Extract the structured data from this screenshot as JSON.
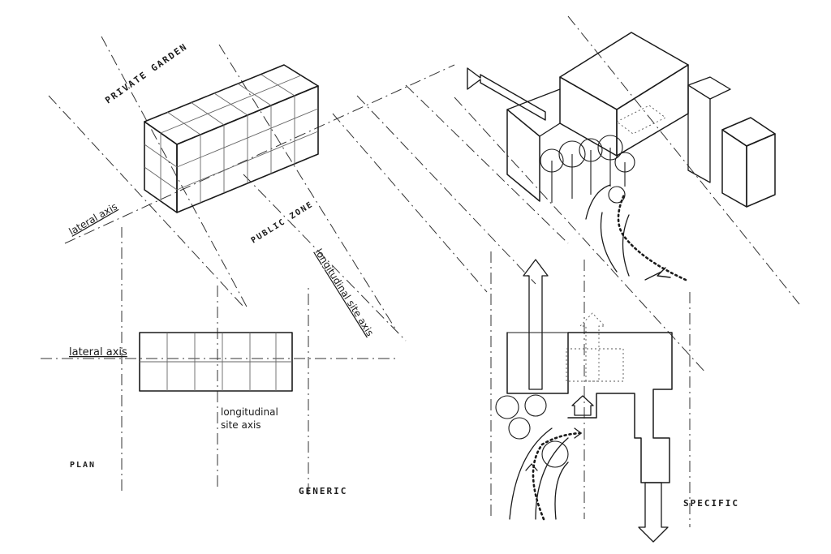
{
  "labels": {
    "private_garden": "PRIVATE GARDEN",
    "lateral_axis_iso": "lateral axis",
    "public_zone": "PUBLIC ZONE",
    "longitudinal_iso": "longitudinal site axis",
    "lateral_axis_plan": "lateral axis",
    "longitudinal_plan_1": "longitudinal",
    "longitudinal_plan_2": "site axis",
    "plan": "PLAN",
    "generic": "GENERIC",
    "specific": "SPECIFIC"
  }
}
